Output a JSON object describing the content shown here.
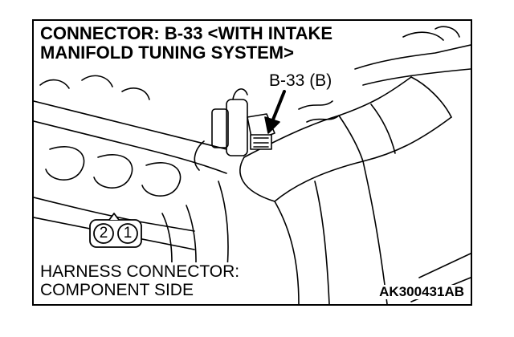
{
  "title": {
    "line1": "CONNECTOR: B-33 <WITH INTAKE",
    "line2": "MANIFOLD TUNING SYSTEM>"
  },
  "callout": "B-33 (B)",
  "connector": {
    "pin_left": "2",
    "pin_right": "1"
  },
  "caption": {
    "line1": "HARNESS CONNECTOR:",
    "line2": "COMPONENT SIDE"
  },
  "figure_code": "AK300431AB"
}
